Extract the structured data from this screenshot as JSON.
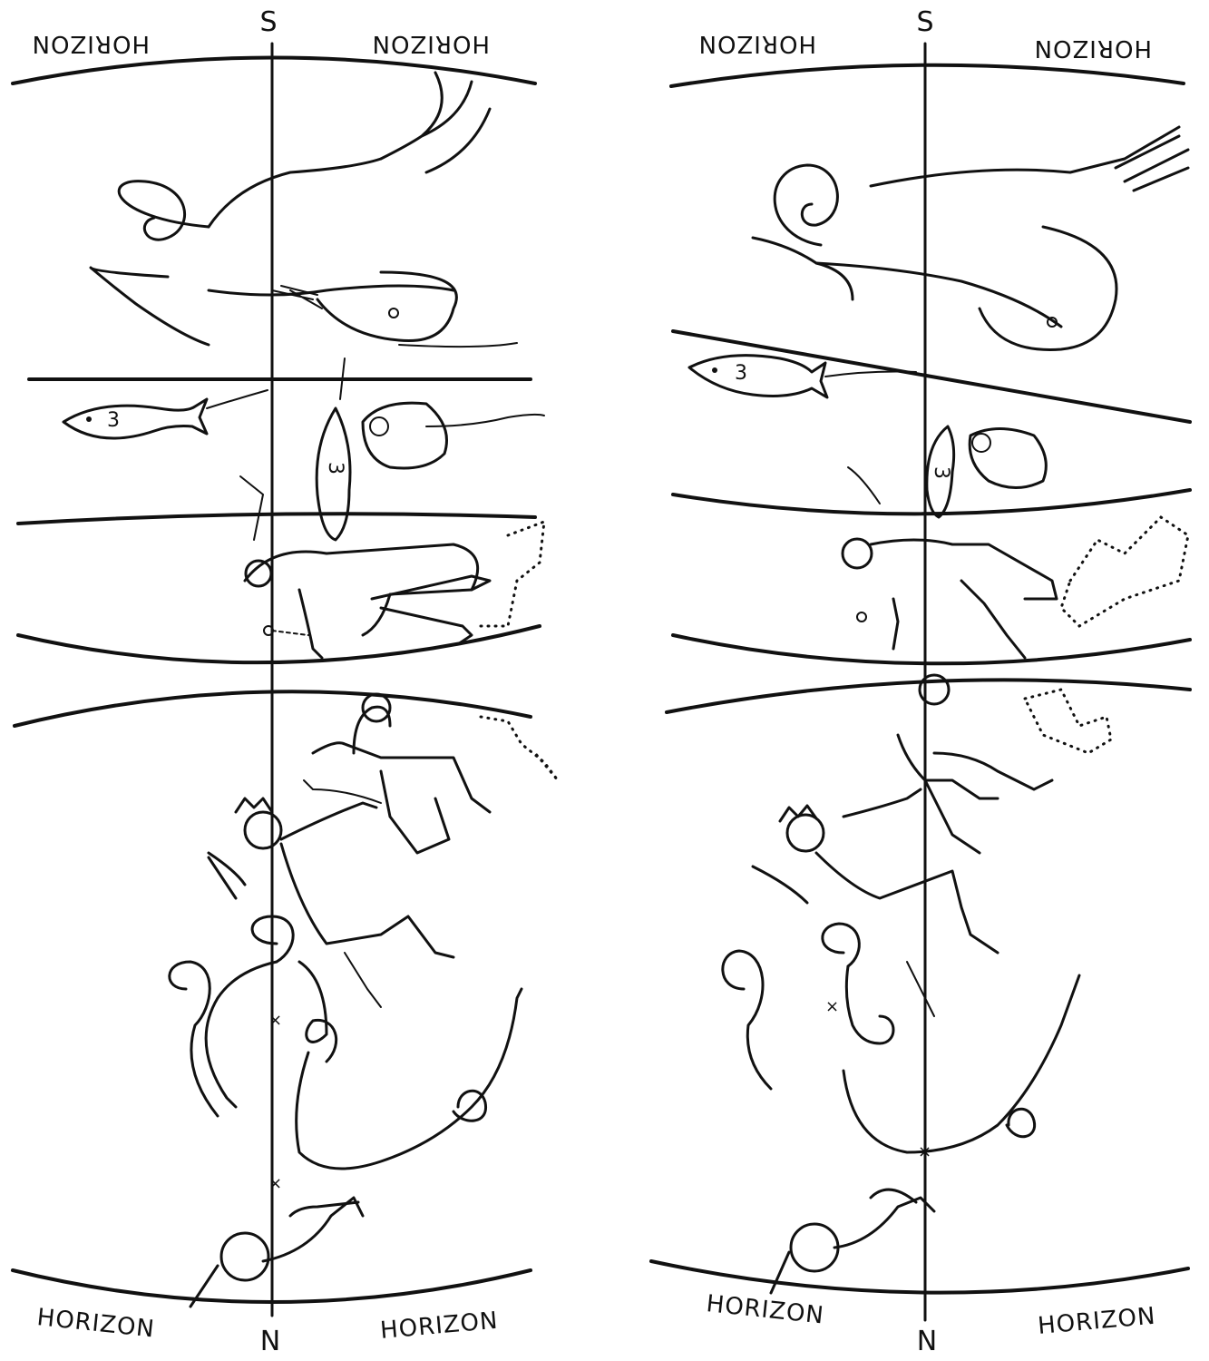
{
  "panels": [
    {
      "id": "left",
      "top_horizon_left": "HORIZON",
      "top_horizon_right": "HORIZON",
      "bottom_horizon_left": "HORIZON",
      "bottom_horizon_right": "HORIZON",
      "top_pole": "S",
      "bottom_pole": "N"
    },
    {
      "id": "right",
      "top_horizon_left": "HORIZON",
      "top_horizon_right": "HORIZON",
      "bottom_horizon_left": "HORIZON",
      "bottom_horizon_right": "HORIZON",
      "top_pole": "S",
      "bottom_pole": "N"
    }
  ],
  "fish_mark": "3"
}
